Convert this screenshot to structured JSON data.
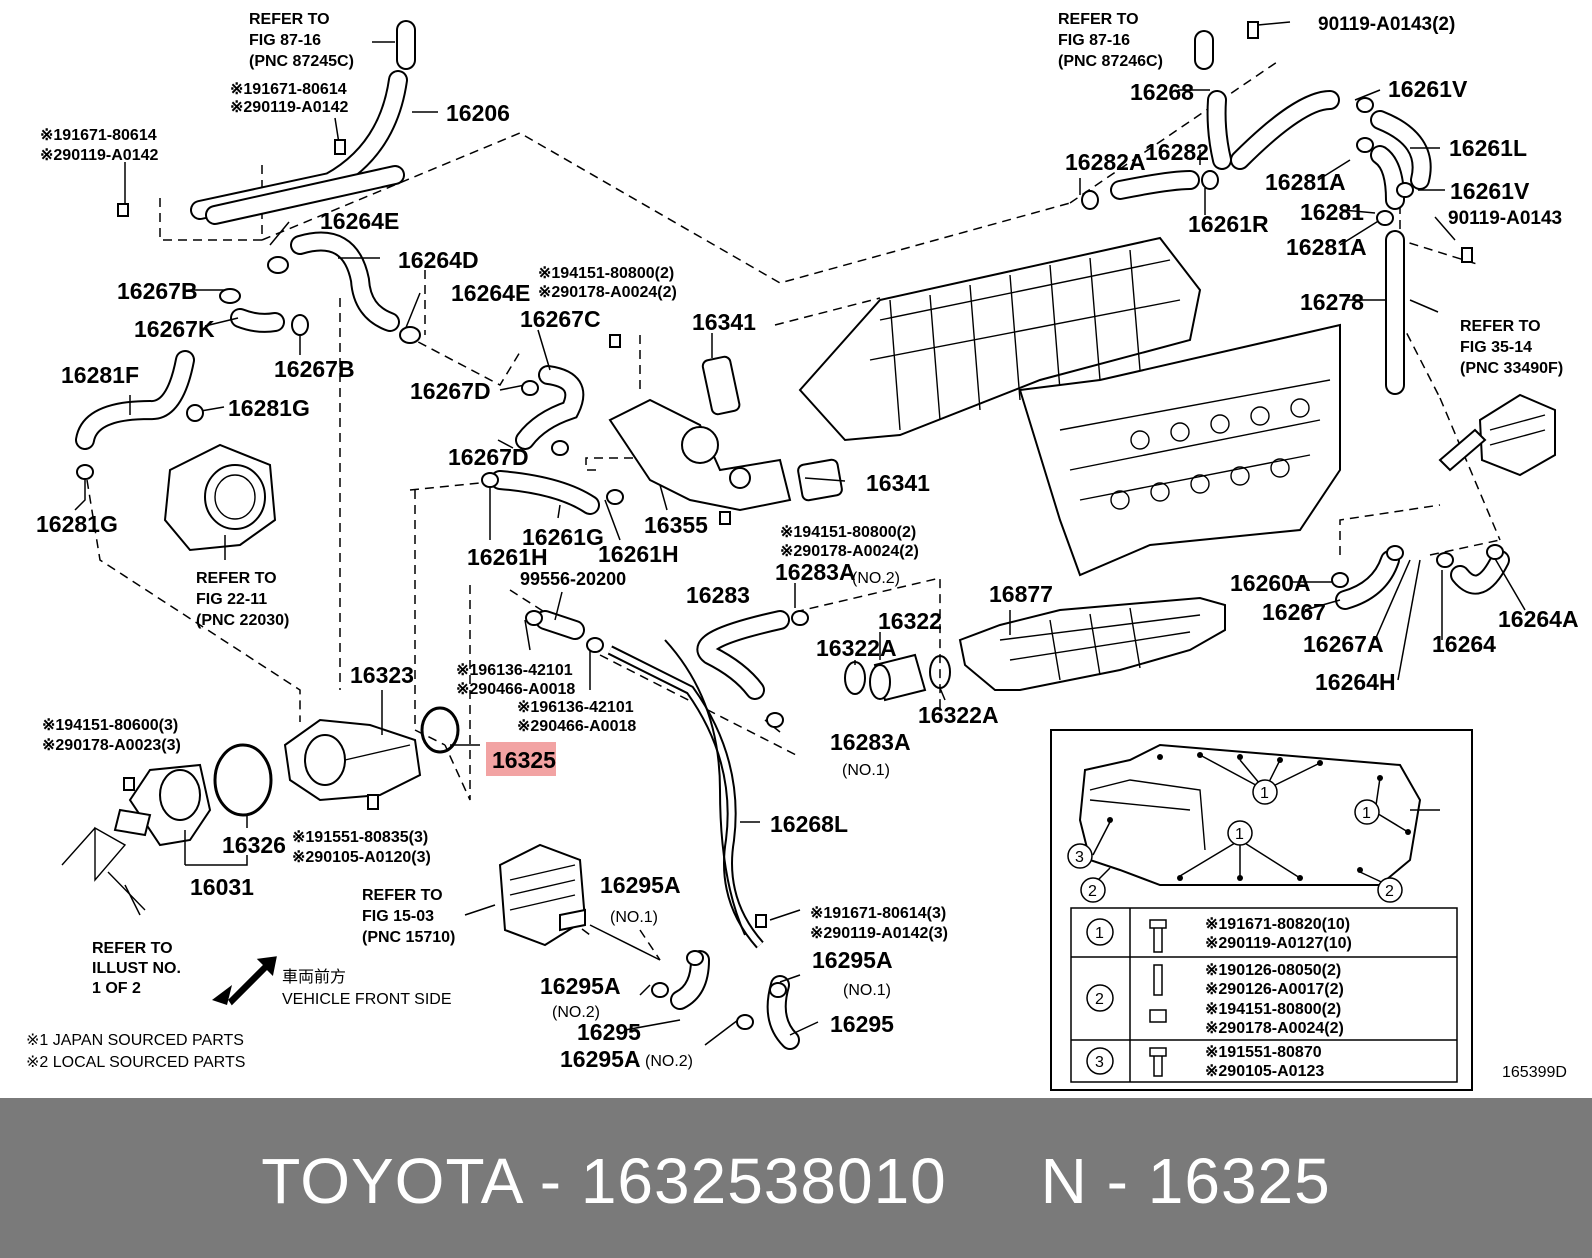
{
  "labels": {
    "refer_87_16_l": [
      "REFER TO",
      "FIG 87-16",
      "(PNC 87245C)"
    ],
    "refer_87_16_r": [
      "REFER TO",
      "FIG 87-16",
      "(PNC 87246C)"
    ],
    "refer_35_14": [
      "REFER TO",
      "FIG 35-14",
      "(PNC 33490F)"
    ],
    "refer_22_11": [
      "REFER TO",
      "FIG 22-11",
      "(PNC 22030)"
    ],
    "refer_15_03": [
      "REFER TO",
      "FIG 15-03",
      "(PNC 15710)"
    ],
    "refer_illust": [
      "REFER TO",
      "ILLUST NO.",
      "1 OF 2"
    ],
    "vehicle_front_jp": "車両前方",
    "vehicle_front_en": "VEHICLE FRONT SIDE",
    "note_japan": "※1 JAPAN SOURCED PARTS",
    "note_local": "※2 LOCAL SOURCED PARTS",
    "fig_code": "165399D",
    "highlight_part": "16325"
  },
  "parts": {
    "p16206": "16206",
    "p16264E_a": "16264E",
    "p16264D": "16264D",
    "p16264E_b": "16264E",
    "p16267B_a": "16267B",
    "p16267K": "16267K",
    "p16267B_b": "16267B",
    "p16281F": "16281F",
    "p16281G_a": "16281G",
    "p16281G_b": "16281G",
    "p16267C": "16267C",
    "p16267D_a": "16267D",
    "p16267D_b": "16267D",
    "p16341_a": "16341",
    "p16341_b": "16341",
    "p16355": "16355",
    "p16261G": "16261G",
    "p16261H_a": "16261H",
    "p16261H_b": "16261H",
    "p99556": "99556-20200",
    "p16283": "16283",
    "p16283A_a": "16283A",
    "p16283A_b": "16283A",
    "p16322": "16322",
    "p16322A_a": "16322A",
    "p16322A_b": "16322A",
    "p16877": "16877",
    "p16323": "16323",
    "p16326": "16326",
    "p16031": "16031",
    "p16268L": "16268L",
    "p16295A_a": "16295A",
    "p16295A_b": "16295A",
    "p16295A_c": "16295A",
    "p16295A_d": "16295A",
    "p16295_a": "16295",
    "p16295_b": "16295",
    "p16268": "16268",
    "p16282": "16282",
    "p16282A": "16282A",
    "p16261V_a": "16261V",
    "p16261L": "16261L",
    "p16281A_a": "16281A",
    "p16261V_b": "16261V",
    "p16281": "16281",
    "p16261R": "16261R",
    "p16281A_b": "16281A",
    "p16278": "16278",
    "p16260A": "16260A",
    "p16267": "16267",
    "p16267A": "16267A",
    "p16264": "16264",
    "p16264H": "16264H",
    "p16264A": "16264A",
    "p90119_top": "90119-A0143(2)",
    "p90119_mid": "90119-A0143"
  },
  "bolt_pairs": {
    "b1": [
      "※191671-80614",
      "※290119-A0142"
    ],
    "b2": [
      "※191671-80614",
      "※290119-A0142"
    ],
    "b3": [
      "※194151-80800(2)",
      "※290178-A0024(2)"
    ],
    "b4": [
      "※194151-80800(2)",
      "※290178-A0024(2)"
    ],
    "b5": [
      "※196136-42101",
      "※290466-A0018"
    ],
    "b6": [
      "※196136-42101",
      "※290466-A0018"
    ],
    "b7": [
      "※194151-80600(3)",
      "※290178-A0023(3)"
    ],
    "b8": [
      "※191551-80835(3)",
      "※290105-A0120(3)"
    ],
    "b9": [
      "※191671-80614(3)",
      "※290119-A0142(3)"
    ]
  },
  "qualifiers": {
    "no2_a": "(NO.2)",
    "no1_a": "(NO.1)",
    "no1_b": "(NO.1)",
    "no1_c": "(NO.1)",
    "no2_b": "(NO.2)",
    "no2_c": "(NO.2)"
  },
  "legend": {
    "rows": [
      {
        "num": "1",
        "lines": [
          "※191671-80820(10)",
          "※290119-A0127(10)"
        ]
      },
      {
        "num": "2",
        "lines": [
          "※190126-08050(2)",
          "※290126-A0017(2)",
          "※194151-80800(2)",
          "※290178-A0024(2)"
        ]
      },
      {
        "num": "3",
        "lines": [
          "※191551-80870",
          "※290105-A0123"
        ]
      }
    ],
    "callouts": [
      "1",
      "1",
      "1",
      "2",
      "2",
      "3"
    ]
  },
  "footer": {
    "brand": "TOYOTA",
    "separator": "-",
    "part_number": "1632538010",
    "n_label": "N",
    "n_separator": "-",
    "n_number": "16325"
  }
}
